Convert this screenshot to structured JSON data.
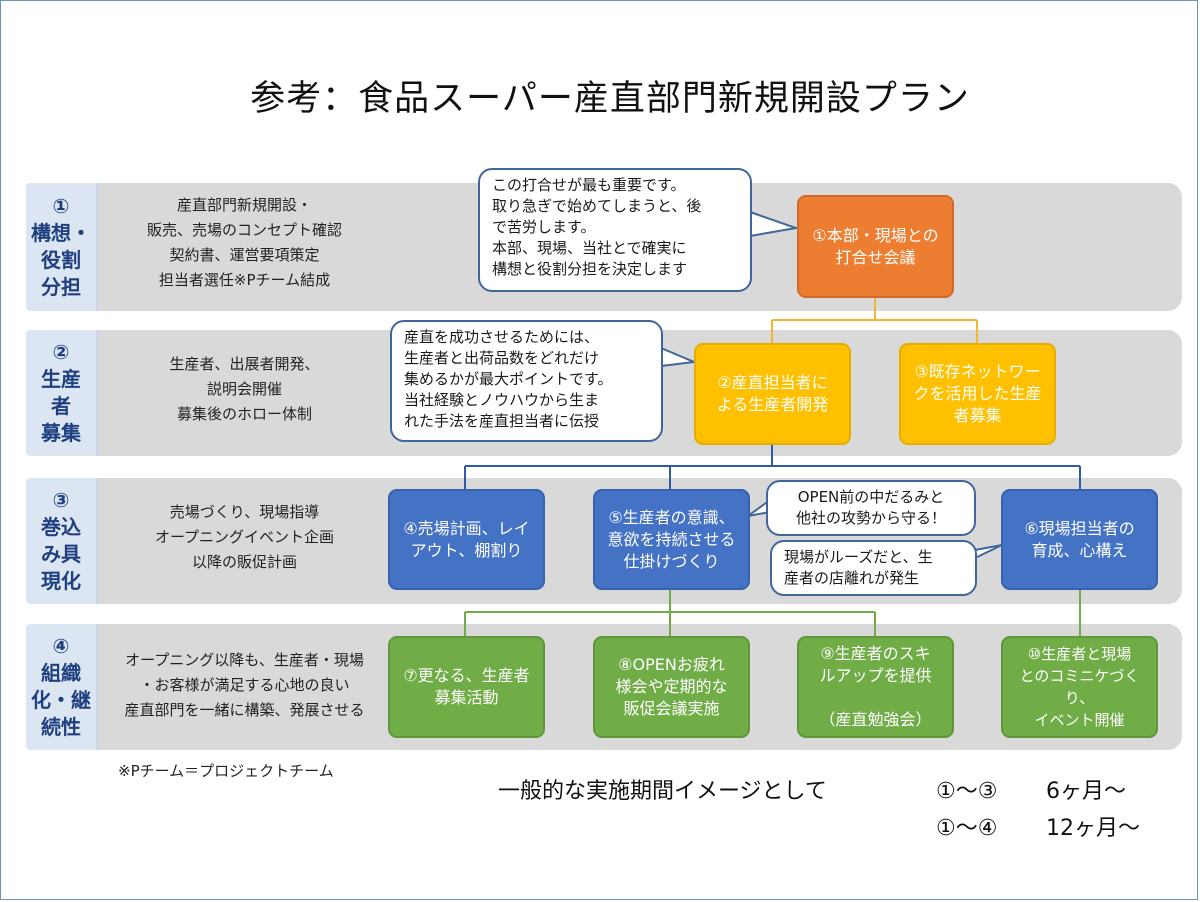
{
  "title": "参考：食品スーパー産直部門新規開設プラン",
  "stages": [
    {
      "label": "①\n構想・\n役割\n分担",
      "desc": [
        "産直部門新規開設・",
        "販売、売場のコンセプト確認",
        "契約書、運営要項策定",
        "担当者選任※Pチーム結成"
      ]
    },
    {
      "label": "②\n生産\n者\n募集",
      "desc": [
        "生産者、出展者開発、",
        "説明会開催",
        "募集後のホロー体制"
      ]
    },
    {
      "label": "③\n巻込\nみ具\n現化",
      "desc": [
        "売場づくり、現場指導",
        "オープニングイベント企画",
        "以降の販促計画"
      ]
    },
    {
      "label": "④\n組織\n化・継\n続性",
      "desc": [
        "オープニング以降も、生産者・現場",
        "・お客様が満足する心地の良い",
        "産直部門を一緒に構築、発展させる"
      ]
    }
  ],
  "boxes": {
    "b1": "①本部・現場との\n打合せ会議",
    "b2": "②産直担当者に\nよる生産者開発",
    "b3": "③既存ネットワー\nクを活用した生産\n者募集",
    "b4": "④売場計画、レイ\nアウト、棚割り",
    "b5": "⑤生産者の意識、\n意欲を持続させる\n仕掛けづくり",
    "b6": "⑥現場担当者の\n育成、心構え",
    "b7": "⑦更なる、生産者\n募集活動",
    "b8": "⑧OPENお疲れ\n様会や定期的な\n販促会議実施",
    "b9": "⑨生産者のスキ\nルアップを提供\n\n（産直勉強会）",
    "b10": "⑩生産者と現場\nとのコミニケづくり、\nイベント開催"
  },
  "callouts": {
    "c1": "この打合せが最も重要です。\n取り急ぎで始めてしまうと、後\nで苦労します。\n本部、現場、当社とで確実に\n構想と役割分担を決定します",
    "c2": "産直を成功させるためには、\n生産者と出荷品数をどれだけ\n集めるかが最大ポイントです。\n当社経験とノウハウから生ま\nれた手法を産直担当者に伝授",
    "c3": "OPEN前の中だるみと\n他社の攻勢から守る！",
    "c4": "現場がルーズだと、生\n産者の店離れが発生"
  },
  "note": "※Pチーム＝プロジェクトチーム",
  "period": {
    "line1_label": "一般的な実施期間イメージとして",
    "line1_range": "①～③",
    "line1_value": "6ヶ月～",
    "line2_range": "①～④",
    "line2_value": "12ヶ月～"
  },
  "colors": {
    "orange": "#ed7d31",
    "yellow": "#ffc000",
    "blue": "#4472c4",
    "green": "#70ad47",
    "connector_orange": "#f2b632",
    "connector_blue": "#2f5aa8",
    "connector_green": "#70ad47"
  }
}
